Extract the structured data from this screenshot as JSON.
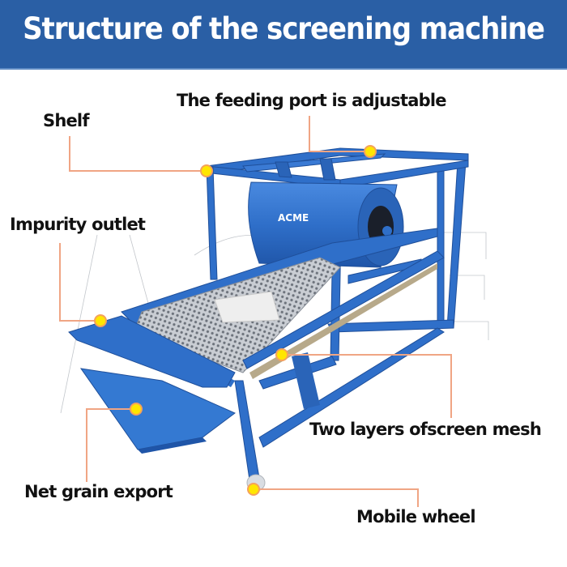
{
  "header": {
    "title": "Structure of the screening machine"
  },
  "colors": {
    "header_bg": "#2a5fa5",
    "machine_blue": "#2f6fc9",
    "callout_line": "#f0a584",
    "callout_dot": "#ffe600"
  },
  "machine": {
    "brand_text": "ACME"
  },
  "callouts": [
    {
      "id": "shelf",
      "label": "Shelf"
    },
    {
      "id": "feeding-port",
      "label": "The feeding port is adjustable"
    },
    {
      "id": "impurity-outlet",
      "label": "Impurity outlet"
    },
    {
      "id": "screen-mesh",
      "label": "Two layers ofscreen mesh"
    },
    {
      "id": "net-grain-export",
      "label": "Net grain export"
    },
    {
      "id": "mobile-wheel",
      "label": "Mobile wheel"
    }
  ]
}
